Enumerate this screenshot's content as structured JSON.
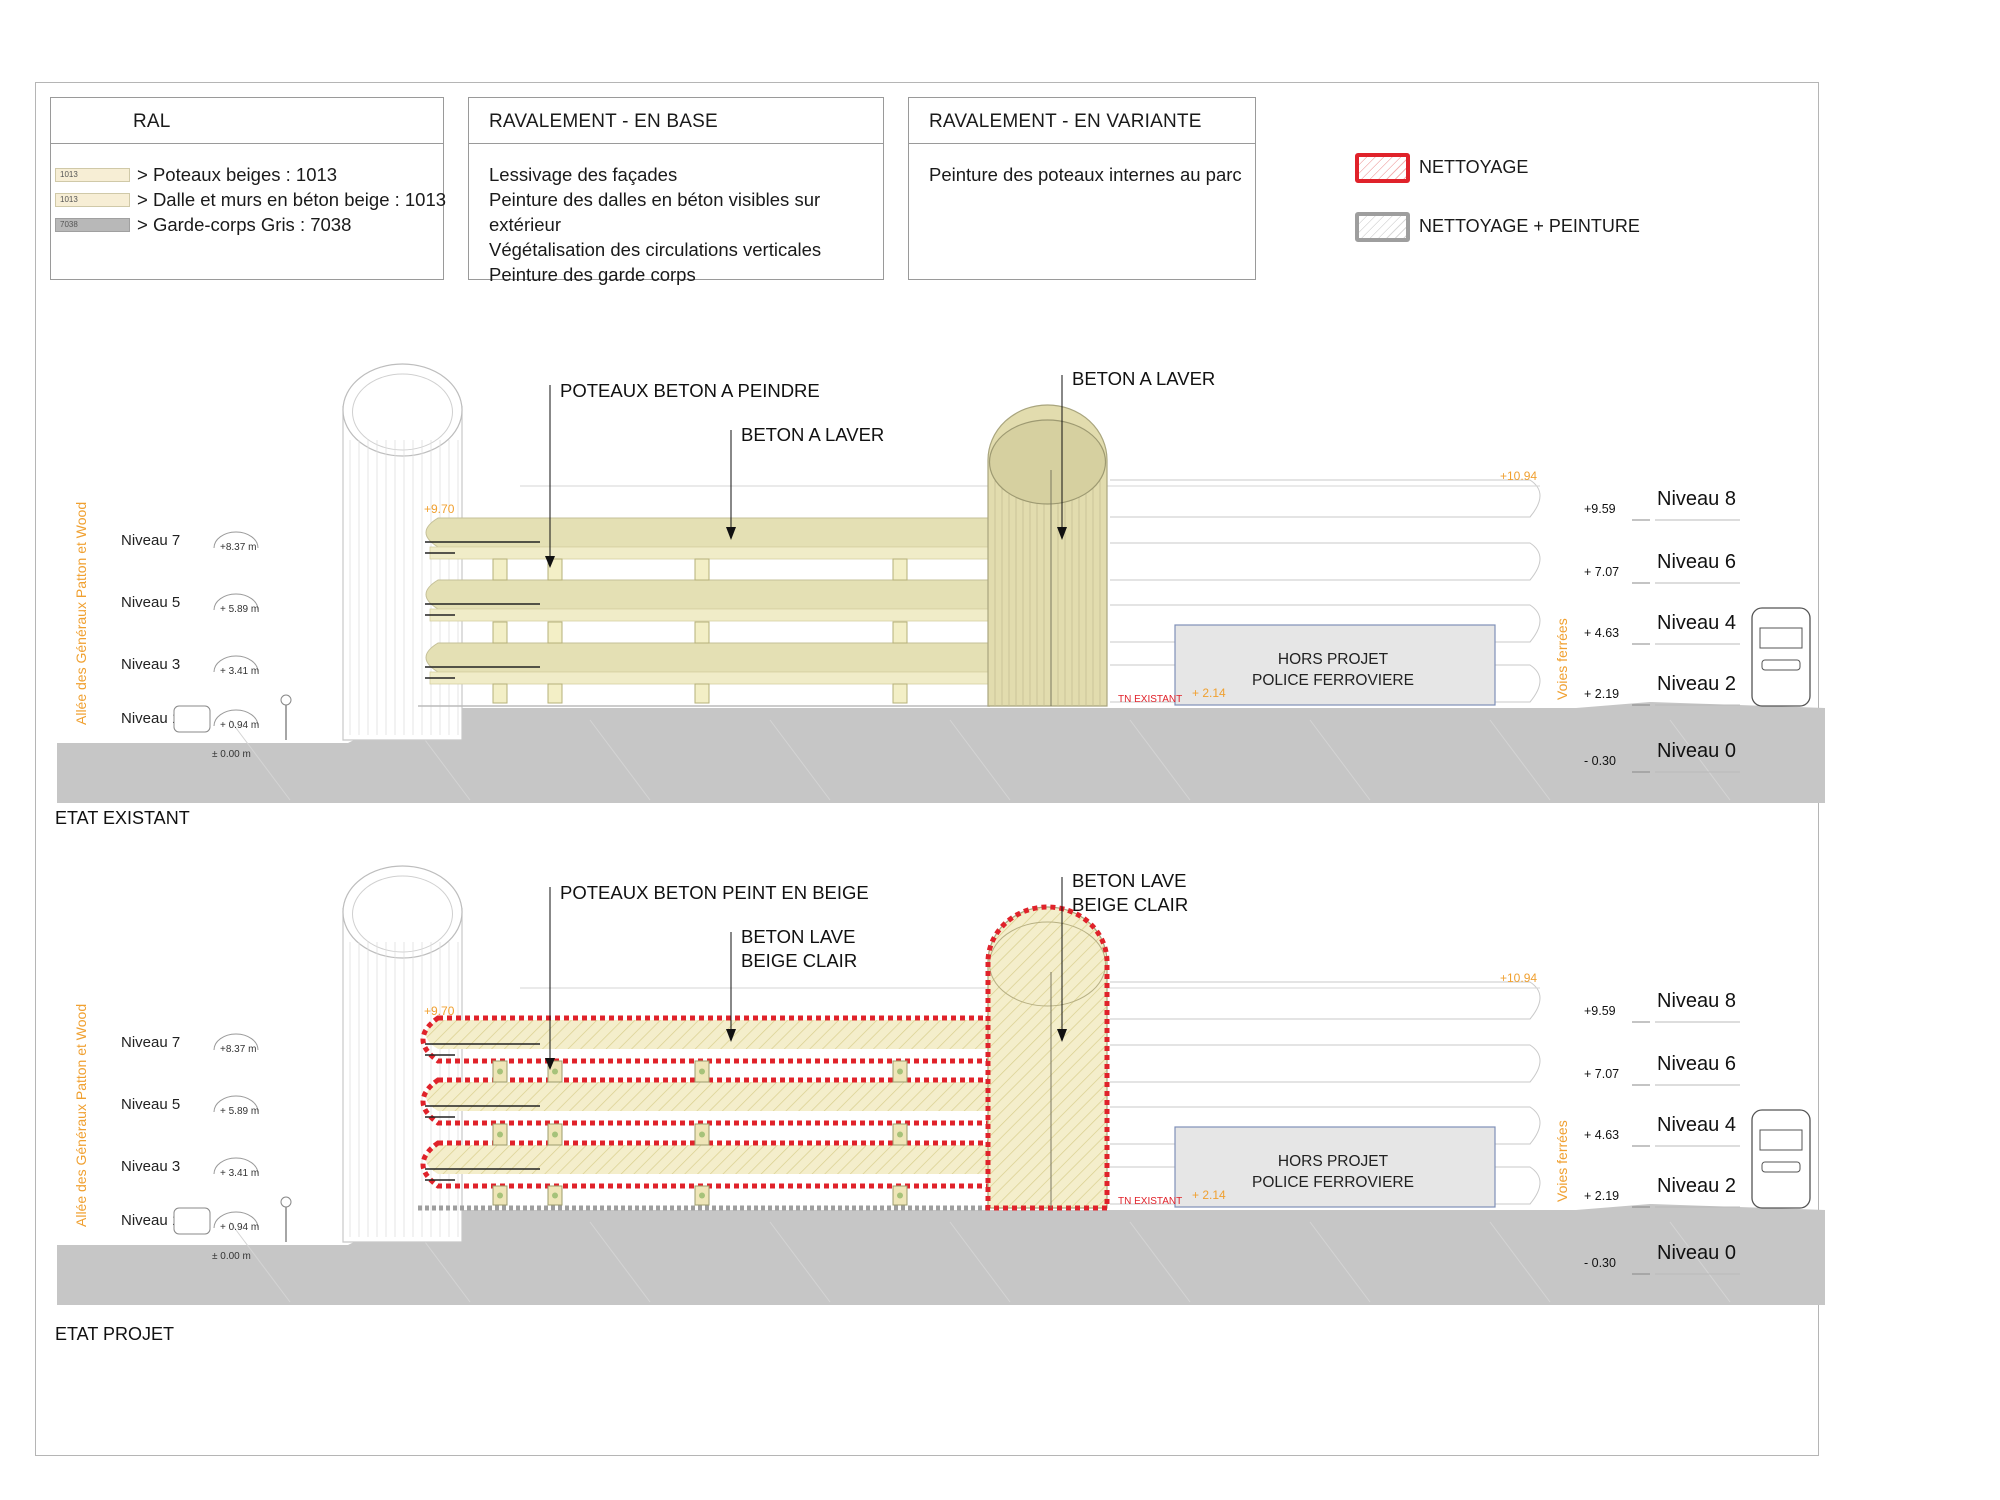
{
  "ral_box": {
    "title": "RAL",
    "items": [
      {
        "swatch": "1013",
        "text": "> Poteaux beiges : 1013",
        "color": "#f7eed5"
      },
      {
        "swatch": "1013",
        "text": "> Dalle et murs en béton beige : 1013",
        "color": "#f7eed5"
      },
      {
        "swatch": "7038",
        "text": "> Garde-corps Gris : 7038",
        "color": "#b8b8b8"
      }
    ]
  },
  "base_box": {
    "title": "RAVALEMENT - EN BASE",
    "items": [
      "Lessivage des façades",
      "Peinture des dalles en béton visibles sur extérieur",
      "Végétalisation des circulations verticales",
      "Peinture des garde corps"
    ]
  },
  "variant_box": {
    "title": "RAVALEMENT - EN VARIANTE",
    "items": [
      "Peinture des poteaux internes au parc"
    ]
  },
  "legend": {
    "nettoyage": {
      "label": "NETTOYAGE",
      "color": "#e0222a"
    },
    "nettoyage_peinture": {
      "label": "NETTOYAGE + PEINTURE",
      "color": "#9e9e9e"
    }
  },
  "colors": {
    "beige": "#e9e4b0",
    "beige_light": "#f3efc8",
    "ground": "#c6c6c6",
    "orange": "#f0a030",
    "red": "#e0222a"
  },
  "sections": [
    {
      "key": "existant",
      "state_label": "ETAT EXISTANT",
      "callout_poteaux": "POTEAUX BETON A PEINDRE",
      "callout_beton": "BETON A LAVER",
      "callout_tower_1": "BETON A LAVER",
      "callout_tower_2": "",
      "callout_beton_2": "",
      "hatched": false
    },
    {
      "key": "projet",
      "state_label": "ETAT PROJET",
      "callout_poteaux": "POTEAUX BETON PEINT EN BEIGE",
      "callout_beton": "BETON LAVE",
      "callout_beton_2": "BEIGE CLAIR",
      "callout_tower_1": "BETON LAVE",
      "callout_tower_2": "BEIGE CLAIR",
      "hatched": true
    }
  ],
  "common": {
    "street_label": "Allée des Généraux Patton et Wood",
    "rail_label": "Voies ferrées",
    "left_levels": [
      {
        "name": "Niveau 7",
        "elev": "+8.37 m"
      },
      {
        "name": "Niveau 5",
        "elev": "+ 5.89 m"
      },
      {
        "name": "Niveau 3",
        "elev": "+ 3.41 m"
      },
      {
        "name": "Niveau 1",
        "elev": "+ 0.94 m"
      }
    ],
    "ground_elev": "± 0.00 m",
    "right_levels": [
      {
        "name": "Niveau 8",
        "elev": "+9.59"
      },
      {
        "name": "Niveau 6",
        "elev": "+ 7.07"
      },
      {
        "name": "Niveau 4",
        "elev": "+ 4.63"
      },
      {
        "name": "Niveau 2",
        "elev": "+ 2.19"
      },
      {
        "name": "Niveau 0",
        "elev": "- 0.30"
      }
    ],
    "top_left_elev": "+9.70",
    "top_right_elev": "+10.94",
    "tn_label": "TN EXISTANT",
    "tn_elev": "+ 2.14",
    "hors_projet_1": "HORS PROJET",
    "hors_projet_2": "POLICE FERROVIERE"
  }
}
